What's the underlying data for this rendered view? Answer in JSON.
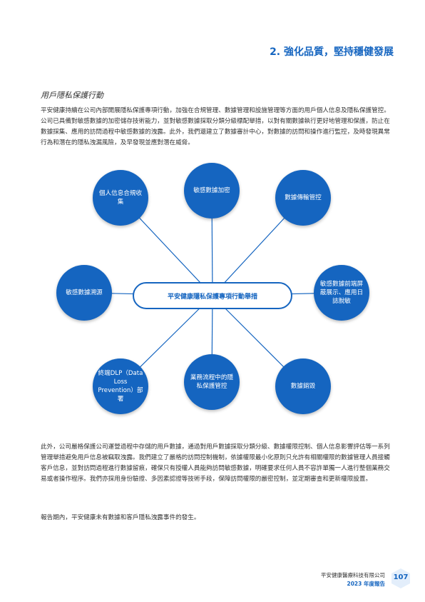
{
  "header": {
    "section_title": "2. 強化品質，堅持穩健發展"
  },
  "section": {
    "subheading": "用戶隱私保護行動",
    "intro": "平安健康持續在公司內部開展隱私保護專項行動，加強在合規管理、數據管理和設施管理等方面的用戶個人信息及隱私保護管控。公司已具備對敏感數據的加密儲存技術能力，並對敏感數據採取分類分級標配舉措，以對有關數據執行更好地管理和保護，防止在數據採集、應用的訪問過程中敏感數據的洩露。此外，我們還建立了數據審計中心，對數據的訪問和操作進行監控，及時發現異常行為和潛在的隱私洩漏風險，及早發現並應對潛在威脅。",
    "para2": "此外，公司嚴格保護公司運營過程中存儲的用戶數據，通過對用戶數據採取分類分級、數據權限控制、個人信息影響評估等一系列管理舉措避免用戶信息被竊取洩露。我們建立了嚴格的訪問控制機制，依據權限最小化原則只允許有相關權限的數據管理人員接觸客戶信息，並對訪問過程進行數據留痕，確保只有授權人員能夠訪問敏感數據，明確要求任何人員不容許單獨一人進行整個業務交易或者操作程序。我們亦採用身份驗證、多因素認證等技術手段，保障訪問權限的嚴密控制，並定期審查和更新權限設置。",
    "para3": "報告期內，平安健康未有數據和客戶隱私洩露事件的發生。"
  },
  "diagram": {
    "center_label": "平安健康隱私保護專項行動舉措",
    "nodes": [
      "個人信息合規收集",
      "敏感數據加密",
      "數據傳輸管控",
      "敏感數據溯源",
      "敏感數據前端屏蔽展示、應用日誌脫敏",
      "終端DLP（Data Loss Prevention）部署",
      "業務流程中的隱私保護管控",
      "數據銷毀"
    ],
    "colors": {
      "node": "#1565c0",
      "line": "#1565c0",
      "hub_border": "#1565c0"
    }
  },
  "footer": {
    "company": "平安健康醫療科技有限公司",
    "report": "2023 年度報告",
    "page_number": "107"
  }
}
